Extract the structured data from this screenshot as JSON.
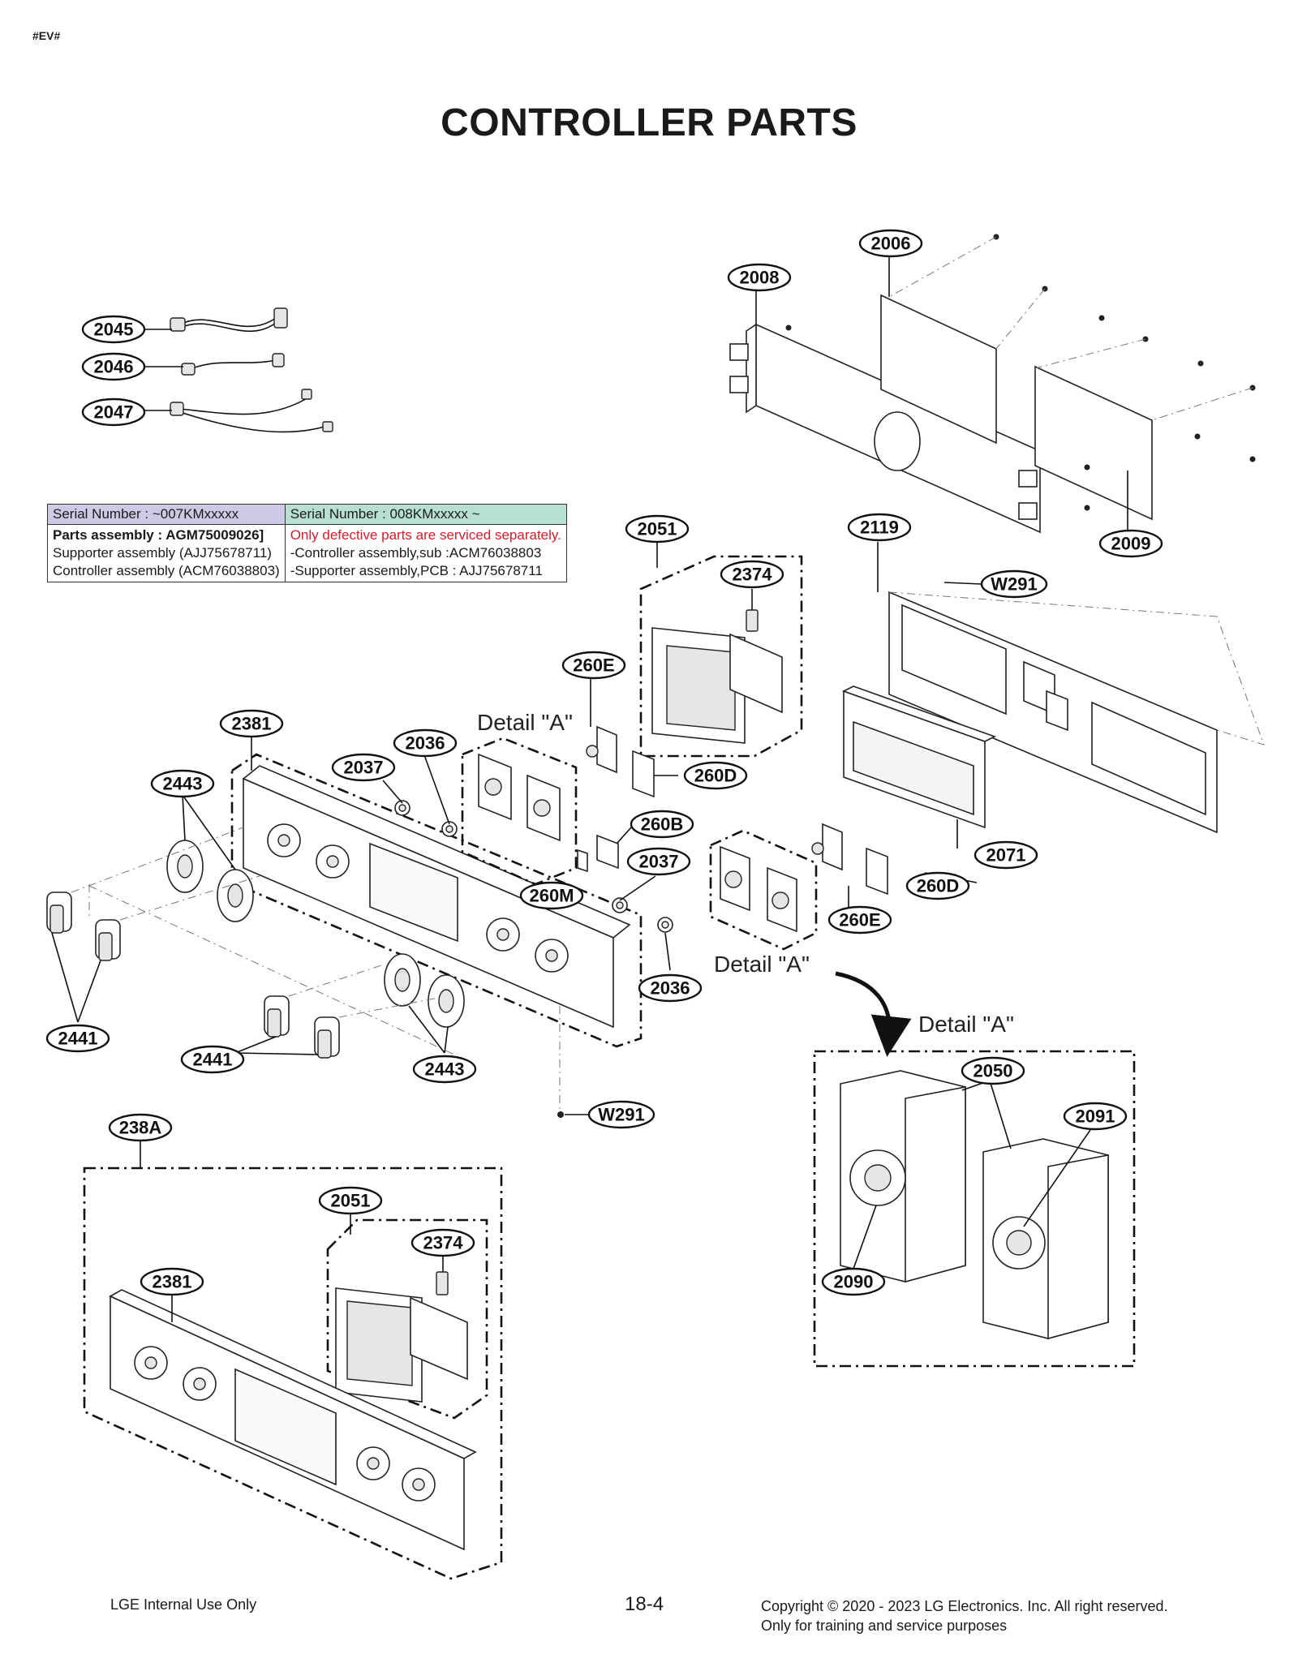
{
  "corner_tag": "#EV#",
  "title": "CONTROLLER PARTS",
  "serial_table": {
    "header_left": "Serial Number : ~007KMxxxxx",
    "header_right": "Serial Number : 008KMxxxxx ~",
    "left_lines": [
      "Parts assembly : AGM75009026]",
      "Supporter assembly (AJJ75678711)",
      "Controller assembly (ACM76038803)"
    ],
    "right_lines": [
      "Only defective parts are serviced separately.",
      "-Controller assembly,sub :ACM76038803",
      "-Supporter assembly,PCB : AJJ75678711"
    ],
    "colors": {
      "header_left_bg": "#cfc9e6",
      "header_right_bg": "#b7e0d3",
      "note_red": "#d0202e"
    }
  },
  "callouts": {
    "c2045": "2045",
    "c2046": "2046",
    "c2047": "2047",
    "c2006": "2006",
    "c2008": "2008",
    "c2009": "2009",
    "c2051_top": "2051",
    "c2374_top": "2374",
    "c2119": "2119",
    "cW291_top": "W291",
    "c260E_top": "260E",
    "c260D_top": "260D",
    "c2381_top": "2381",
    "c2036_top": "2036",
    "c2037_top": "2037",
    "c2443_top": "2443",
    "c260B": "260B",
    "c2037_mid": "2037",
    "c260M": "260M",
    "c260D_mid": "260D",
    "c260E_mid": "260E",
    "c2071": "2071",
    "c2036_mid": "2036",
    "c2441_left": "2441",
    "c2441_mid": "2441",
    "c2443_bottom": "2443",
    "cW291_bottom": "W291",
    "c238A": "238A",
    "c2051_bottom": "2051",
    "c2374_bottom": "2374",
    "c2381_bottom": "2381",
    "c2050": "2050",
    "c2091": "2091",
    "c2090": "2090"
  },
  "detail_labels": {
    "top": "Detail \"A\"",
    "mid": "Detail \"A\"",
    "box": "Detail \"A\""
  },
  "footer": {
    "left": "LGE Internal Use Only",
    "page": "18-4",
    "copyright": "Copyright © 2020 - 2023 LG Electronics. Inc. All right reserved.",
    "purpose": "Only for training and service purposes"
  }
}
